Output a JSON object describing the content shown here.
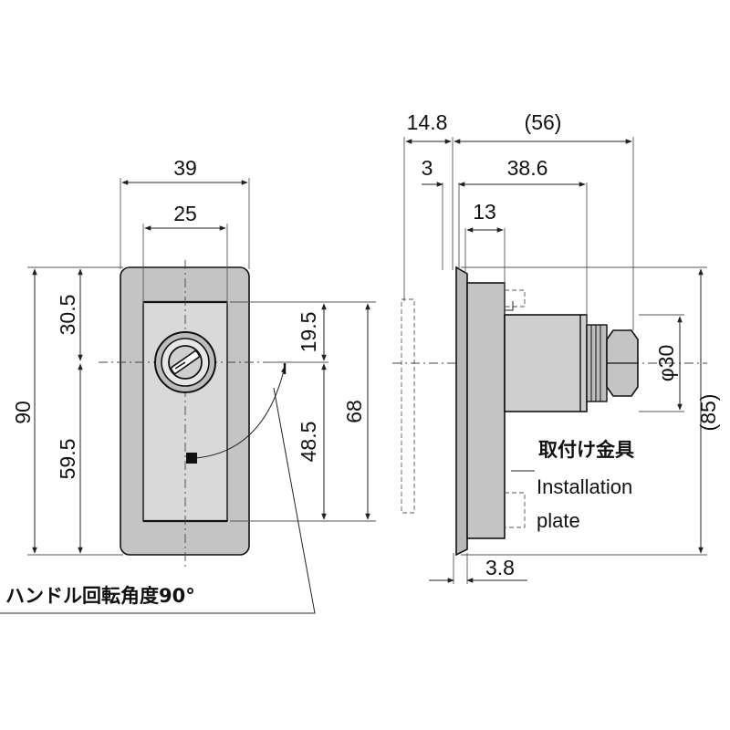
{
  "dimensions": {
    "front_width": "39",
    "front_inner_width": "25",
    "front_height": "90",
    "upper_height": "30.5",
    "lower_height": "59.5",
    "rotation_upper": "19.5",
    "rotation_lower": "48.5",
    "rotation_total": "68",
    "side_flange": "14.8",
    "side_total": "(56)",
    "side_3": "3",
    "side_38_6": "38.6",
    "side_13": "13",
    "side_diameter": "φ30",
    "side_height": "(85)",
    "side_3_8": "3.8"
  },
  "labels": {
    "rotation_angle": "ハンドル回転角度90°",
    "mount_jp": "取付け金具",
    "mount_en_line1": "Installation",
    "mount_en_line2": "plate"
  },
  "colors": {
    "body_fill": "#c4c4c4",
    "inner_fill": "#d9d9d9",
    "line": "#111111"
  }
}
